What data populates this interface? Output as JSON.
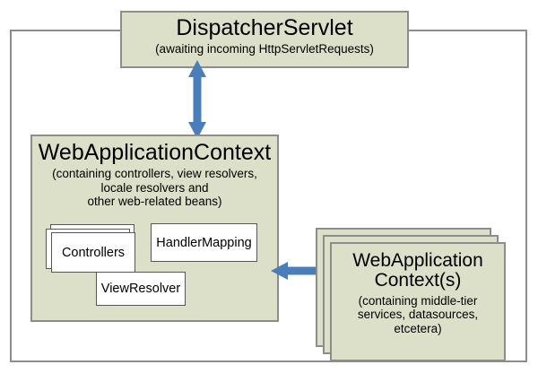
{
  "diagram": {
    "type": "block-diagram",
    "palette": {
      "box_fill": "#dde0c8",
      "box_border": "#8d8d8d",
      "inner_box_fill": "#ffffff",
      "inner_box_border": "#575757",
      "arrow": "#4a7ebb",
      "background": "#ffffff",
      "text": "#000000"
    },
    "dispatcher": {
      "title": "DispatcherServlet",
      "subtitle": "(awaiting incoming HttpServletRequests)"
    },
    "web_application_context": {
      "title": "WebApplicationContext",
      "subtitle_lines": [
        "(containing controllers, view resolvers,",
        "locale resolvers and",
        "other web-related beans)"
      ],
      "inner_boxes": [
        {
          "label": "Controllers",
          "stacked": true
        },
        {
          "label": "HandlerMapping",
          "stacked": false
        },
        {
          "label": "ViewResolver",
          "stacked": false
        }
      ]
    },
    "application_contexts": {
      "title_lines": [
        "WebApplication",
        "Context(s)"
      ],
      "subtitle_lines": [
        "(containing middle-tier",
        "services, datasources,",
        "etcetera)"
      ],
      "stacked": true,
      "stack_count": 3
    },
    "connectors": [
      {
        "name": "dispatcher-to-webapplicationcontext",
        "orientation": "vertical",
        "heads": "both"
      },
      {
        "name": "webapplicationcontext-to-application-contexts",
        "orientation": "horizontal",
        "heads": "both"
      }
    ]
  }
}
